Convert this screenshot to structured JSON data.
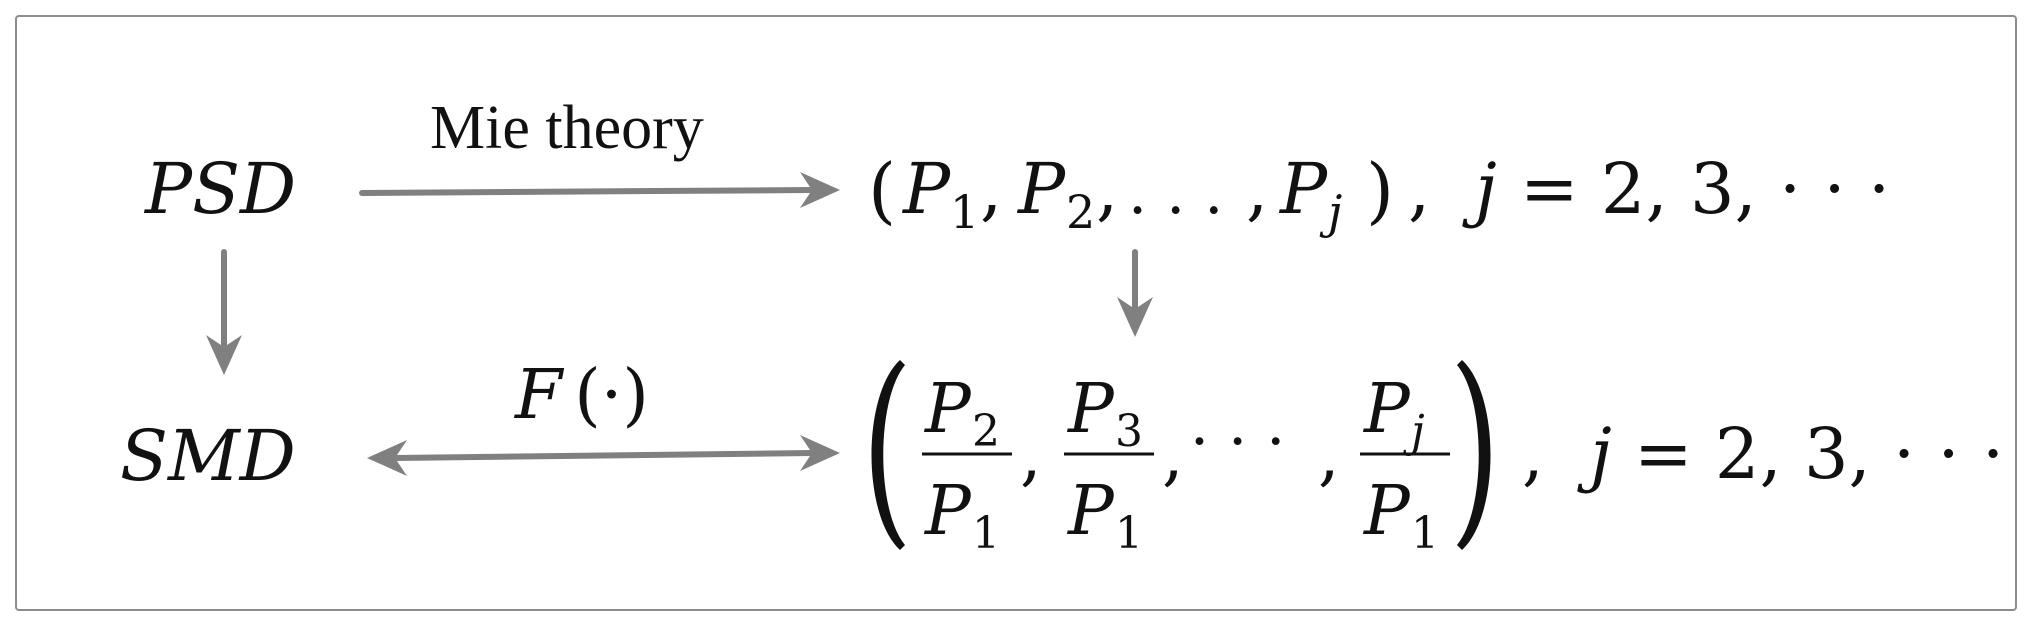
{
  "nodes": {
    "psd": "PSD",
    "smd": "SMD"
  },
  "edges": {
    "top_label": "Mie theory",
    "bottom_label_f": "F",
    "bottom_label_paren_open": "(",
    "bottom_label_dot": "·",
    "bottom_label_paren_close": ")"
  },
  "top_expr": {
    "open": "(",
    "p": "P",
    "sub1": "1",
    "sub2": "2",
    "subj": "j",
    "sep": ",",
    "dots": ". . .",
    "close": ")",
    "comma_after": ",",
    "j": "j",
    "rhs": "= 2, 3, · · ·"
  },
  "bottom_expr": {
    "p": "P",
    "num1_sub": "2",
    "num2_sub": "3",
    "num3_sub": "j",
    "den_sub": "1",
    "sep": ",",
    "cdots": "· · ·",
    "comma_after": ",",
    "j": "j",
    "rhs": "= 2, 3, · · ·"
  }
}
